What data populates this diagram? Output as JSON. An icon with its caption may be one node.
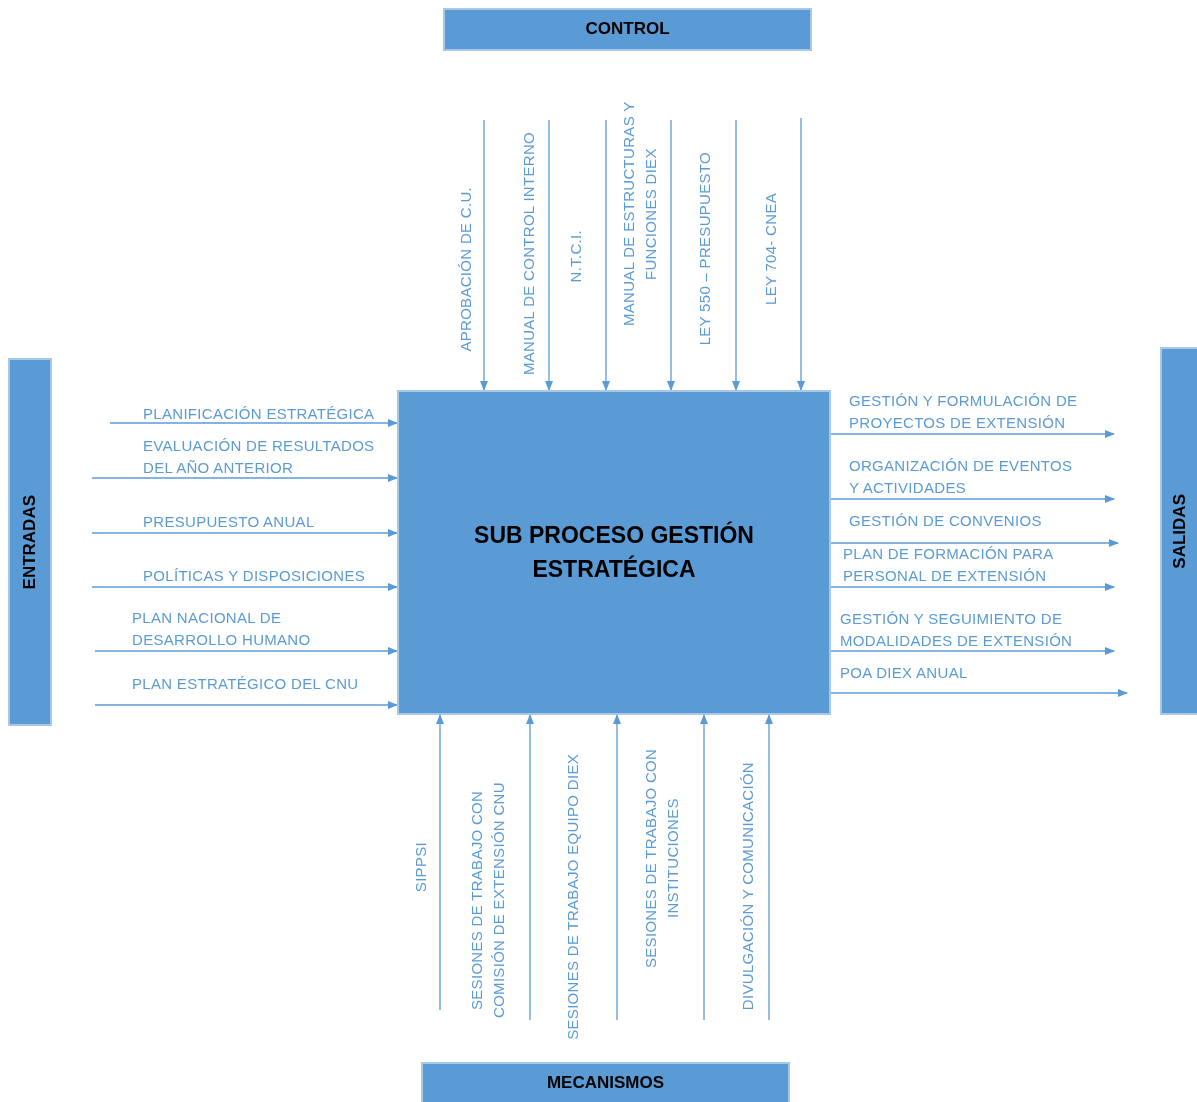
{
  "diagram": {
    "nodes": [
      {
        "text": [
          "CONTROL"
        ]
      },
      {
        "text": [
          "ENTRADAS"
        ]
      },
      {
        "text": [
          "SUB PROCESO GESTIÓN ESTRATÉGICA"
        ]
      },
      {
        "text": [
          "SALIDAS"
        ]
      },
      {
        "text": [
          "MECANISMOS"
        ]
      }
    ],
    "edges": [
      {
        "from": null,
        "to": 2,
        "arrow": "to",
        "label": "APROBACIÓN DE C.U."
      },
      {
        "from": null,
        "to": 2,
        "arrow": "to",
        "label": "MANUAL DE CONTROL INTERNO"
      },
      {
        "from": null,
        "to": 2,
        "arrow": "to",
        "label": "N.T.C.I."
      },
      {
        "from": null,
        "to": 2,
        "arrow": "to",
        "label": "MANUAL DE ESTRUCTURAS Y FUNCIONES DIEX"
      },
      {
        "from": null,
        "to": 2,
        "arrow": "to",
        "label": "LEY 550 – PRESUPUESTO"
      },
      {
        "from": null,
        "to": 2,
        "arrow": "to",
        "label": "LEY 704- CNEA"
      },
      {
        "from": null,
        "to": 2,
        "arrow": "to",
        "label": "PLANIFICACIÓN ESTRATÉGICA"
      },
      {
        "from": null,
        "to": 2,
        "arrow": "to",
        "label": "EVALUACIÓN DE RESULTADOS DEL AÑO ANTERIOR"
      },
      {
        "from": null,
        "to": 2,
        "arrow": "to",
        "label": "PRESUPUESTO ANUAL"
      },
      {
        "from": null,
        "to": 2,
        "arrow": "to",
        "label": "POLÍTICAS Y DISPOSICIONES"
      },
      {
        "from": null,
        "to": 2,
        "arrow": "to",
        "label": "PLAN NACIONAL DE DESARROLLO HUMANO"
      },
      {
        "from": null,
        "to": 2,
        "arrow": "to",
        "label": "PLAN ESTRATÉGICO DEL CNU"
      },
      {
        "from": 2,
        "to": null,
        "arrow": "to",
        "label": "GESTIÓN Y FORMULACIÓN DE PROYECTOS DE EXTENSIÓN"
      },
      {
        "from": 2,
        "to": null,
        "arrow": "to",
        "label": "ORGANIZACIÓN DE EVENTOS Y ACTIVIDADES"
      },
      {
        "from": 2,
        "to": null,
        "arrow": "to",
        "label": "GESTIÓN DE CONVENIOS"
      },
      {
        "from": 2,
        "to": null,
        "arrow": "to",
        "label": "PLAN DE FORMACIÓN PARA PERSONAL DE EXTENSIÓN"
      },
      {
        "from": 2,
        "to": null,
        "arrow": "to",
        "label": "GESTIÓN Y SEGUIMIENTO DE MODALIDADES DE EXTENSIÓN"
      },
      {
        "from": 2,
        "to": null,
        "arrow": "to",
        "label": "POA DIEX ANUAL"
      },
      {
        "from": null,
        "to": 2,
        "arrow": "to",
        "label": "SIPPSI"
      },
      {
        "from": null,
        "to": 2,
        "arrow": "to",
        "label": "SESIONES DE TRABAJO CON COMISIÓN DE EXTENSIÓN CNU"
      },
      {
        "from": null,
        "to": 2,
        "arrow": "to",
        "label": "SESIONES DE TRABAJO EQUIPO DIEX"
      },
      {
        "from": null,
        "to": 2,
        "arrow": "to",
        "label": "SESIONES DE TRABAJO CON INSTITUCIONES"
      },
      {
        "from": null,
        "to": 2,
        "arrow": "to",
        "label": "DIVULGACIÓN Y COMUNICACIÓN"
      }
    ]
  }
}
